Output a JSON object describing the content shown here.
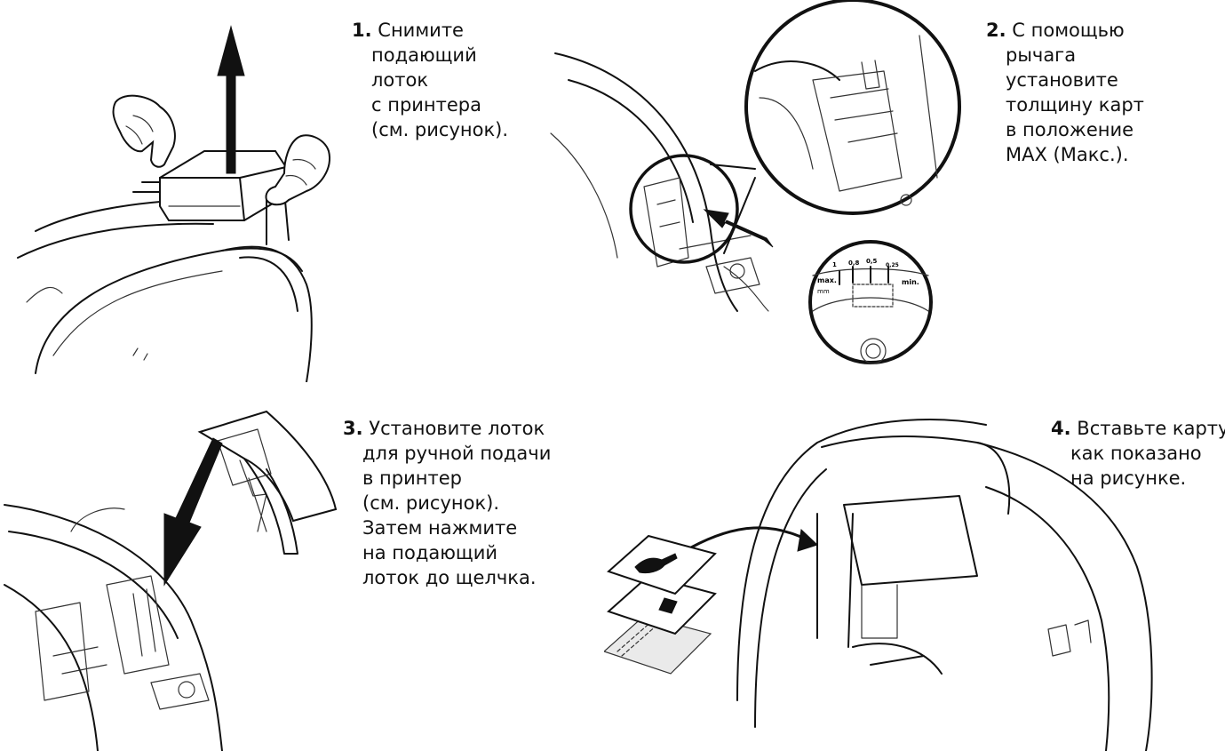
{
  "steps": [
    {
      "number": "1.",
      "lines": [
        "Снимите",
        "подающий",
        "лоток",
        "с принтера",
        "(см. рисунок)."
      ]
    },
    {
      "number": "2.",
      "lines": [
        "С помощью",
        "рычага",
        "установите",
        "толщину карт",
        "в положение",
        "MAX (Макс.)."
      ]
    },
    {
      "number": "3.",
      "lines": [
        "Установите лоток",
        "для ручной подачи",
        "в принтер",
        "(см. рисунок).",
        "Затем нажмите",
        "на подающий",
        "лоток до щелчка."
      ]
    },
    {
      "number": "4.",
      "lines": [
        "Вставьте карту,",
        "как показано",
        "на рисунке."
      ]
    }
  ],
  "dial_labels": {
    "max": "max.",
    "mm": "mm",
    "min": "min.",
    "v1": "1",
    "v08": "0,8",
    "v05": "0,5",
    "v025": "0,25"
  },
  "icons": {
    "step1": "remove-feeder-illustration",
    "step2": "thickness-lever-illustration",
    "step3": "install-manual-feed-tray-illustration",
    "step4": "insert-card-illustration"
  }
}
